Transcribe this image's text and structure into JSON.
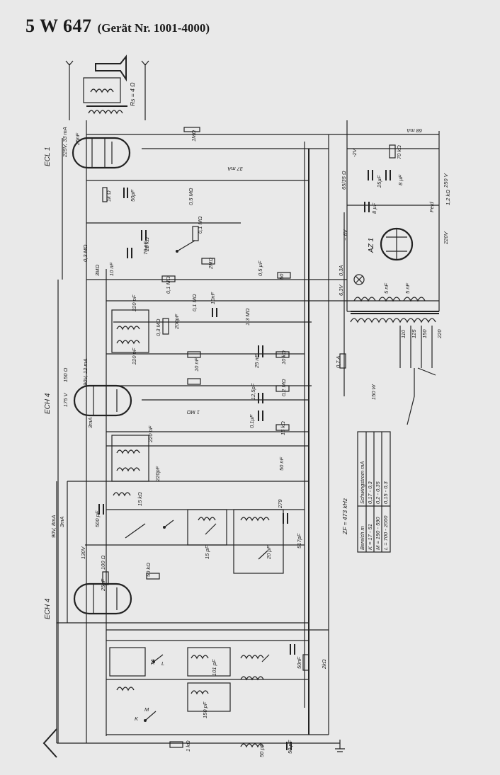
{
  "title": {
    "model": "5 W 647",
    "subtitle": "(Gerät Nr. 1001-4000)"
  },
  "tubes": [
    "ECL 1",
    "ECH 4",
    "ECH 4",
    "AZ 1"
  ],
  "labels": {
    "speaker_res": "Rs = 4 Ω",
    "cap_25nf": "25nF",
    "v225": "225V, 33 mA",
    "r_1m": "1MΩ",
    "ma68": "68 mA",
    "ma37": "37 mA",
    "minus2v": "-2V",
    "r70k": "70 kΩ",
    "r65_35": "65/35 Ω",
    "c25uf": "25µF",
    "c8uf_a": "8 µF",
    "c8uf_b": "8 µF",
    "v250": "250 V",
    "feld": "Feld",
    "feld_r": "1,2 kΩ",
    "v220": "220V",
    "minus6v": "~ 6V",
    "r1k": "1k Ω",
    "c50pf": "50pF",
    "r05m": "0,5 MΩ",
    "r01m_a": "0,1 MΩ",
    "r25k": "25 kΩ",
    "r2m": "2MΩ",
    "c10nf_a": "10 nF",
    "r03m": "0,3 MΩ",
    "r3m": "3MΩ",
    "c70pf": "70 pF",
    "c05uf": "0,5 µF",
    "r50": "50",
    "r01m_b": "0,1 MΩ",
    "r01m_c": "0,1 MΩ",
    "c10nf_b": "10nF",
    "pot13": "1,3 MΩ",
    "c220a": "220 pF",
    "c200": "200pF",
    "r03m_b": "0,3 MΩ",
    "c220b": "220 pF",
    "v63": "6,3V",
    "a03": "0,3A",
    "c5nf_a": "5 nF",
    "c5nf_b": "5 nF",
    "t110": "110",
    "t125": "125",
    "t150": "150",
    "t220": "220",
    "fuse": "0,7 A",
    "w150": "150 W",
    "r150": "150 Ω",
    "v175": "175 V",
    "v90_12": "90V, 12 mA",
    "ma3": "3mA",
    "c10nf_c": "10 nF",
    "c25nf": "25 nF",
    "r10k": "10 kΩ",
    "r1m2": "1 MΩ",
    "r02m": "0,2 MΩ",
    "c125": "12,5pF",
    "c01uf": "0,1µF",
    "r15": "15 kΩ",
    "c220c": "220 pF",
    "c220d": "220pF",
    "c50nf": "50 nF",
    "r15b": "15 kΩ",
    "zf": "ZF = 473 kHz",
    "v90_8": "90V, 8mA",
    "ma3b": "3mA",
    "c500": "500 pF",
    "v130": "130V",
    "r100": "100 Ω",
    "c25pf": "25pF",
    "r50k": "50 kΩ",
    "c279": "279",
    "c517": "517pF",
    "c15": "15 pF",
    "c20": "20 pF",
    "c50nf_b": "50nF",
    "r2k": "2kΩ",
    "c101": "101 pF",
    "c150": "150 pF",
    "sw_k": "K",
    "sw_m": "M",
    "sw_l": "L",
    "sw_ta": "TA",
    "c50pf_b": "50 pF",
    "r1k_b": "1 kΩ",
    "c50pf_c": "50 pF"
  },
  "table": {
    "headers": [
      "Bereich m",
      "Schwingstrom mA"
    ],
    "rows": [
      [
        "K = 17 - 51",
        "0,17 - 0,3"
      ],
      [
        "M = 190 - 590",
        "0,2 - 0,35"
      ],
      [
        "L = 700 - 2000",
        "0,15 - 0,3"
      ]
    ]
  }
}
